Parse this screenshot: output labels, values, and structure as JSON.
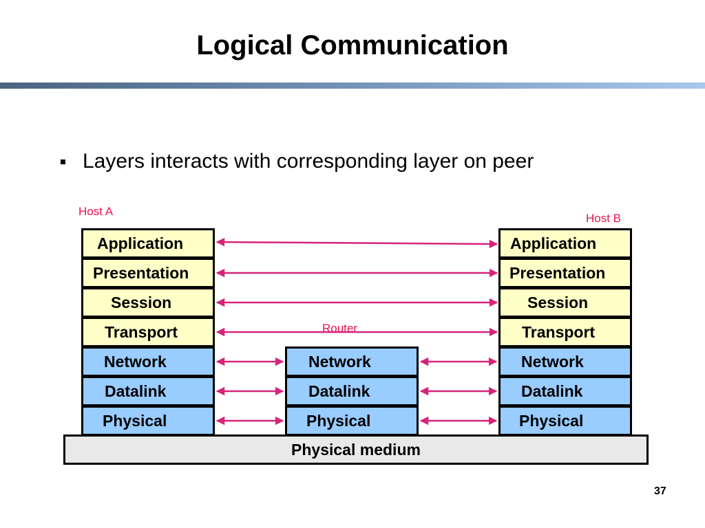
{
  "slide": {
    "title": "Logical Communication",
    "bullet": "Layers interacts with corresponding layer on peer",
    "page_number": "37"
  },
  "diagram": {
    "host_a_label": "Host A",
    "host_b_label": "Host B",
    "router_label": "Router",
    "host_a_layers": [
      "Application",
      "Presentation",
      "Session",
      "Transport",
      "Network",
      "Datalink",
      "Physical"
    ],
    "router_layers": [
      "Network",
      "Datalink",
      "Physical"
    ],
    "host_b_layers": [
      "Application",
      "Presentation",
      "Session",
      "Transport",
      "Network",
      "Datalink",
      "Physical"
    ],
    "medium_label": "Physical medium",
    "colors": {
      "upper_layer": "#ffffc8",
      "lower_layer": "#99ccff",
      "medium": "#e9e9e9",
      "arrow": "#d6247a",
      "label": "#e8114e"
    }
  }
}
